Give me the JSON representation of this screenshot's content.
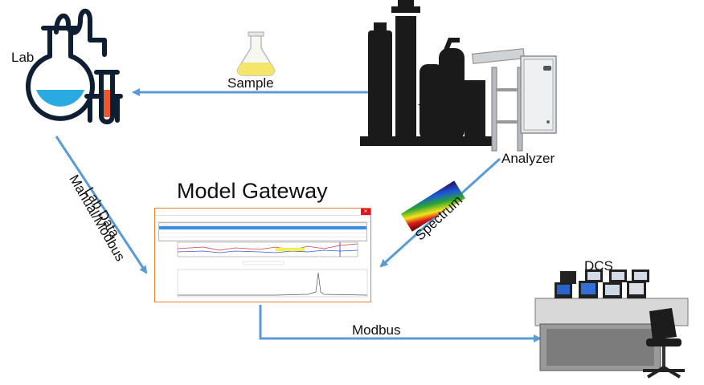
{
  "title": "Model Gateway",
  "nodes": {
    "lab": "Lab",
    "analyzer": "Analyzer",
    "dcs": "DCS"
  },
  "edges": {
    "sample": "Sample",
    "lab_data": "Lab Data",
    "manual_modbus": "Manual/Modbus",
    "spectrum": "Spectrum",
    "modbus": "Modbus"
  },
  "colors": {
    "arrow": "#5b9bd5",
    "window_border": "#e87f2e",
    "flask_liquid": "#29abe2",
    "tube_liquid": "#e85a2a",
    "sample_liquid": "#f4e66a"
  }
}
